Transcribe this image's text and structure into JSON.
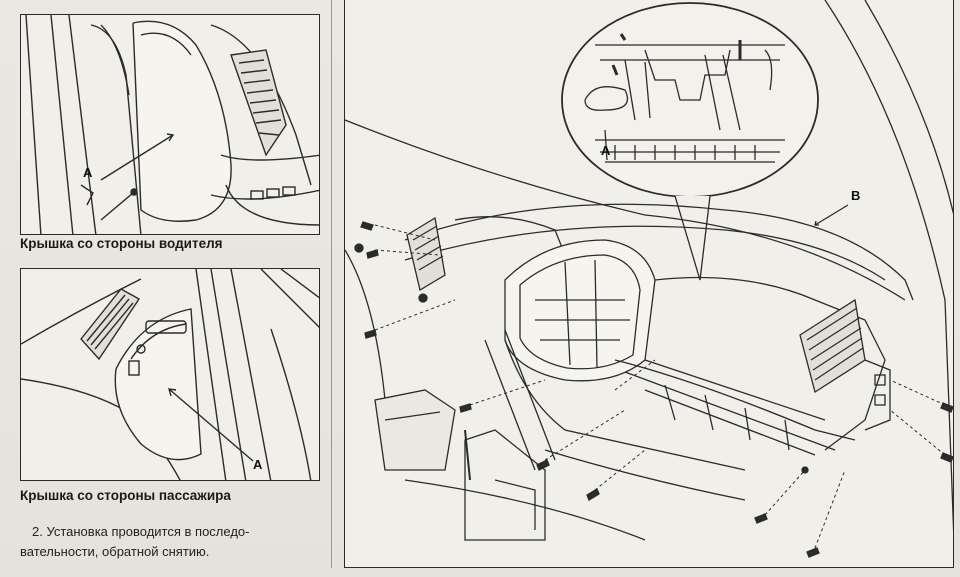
{
  "figures": {
    "driver": {
      "caption": "Крышка со стороны водителя",
      "callout": "A"
    },
    "passenger": {
      "caption": "Крышка со стороны пассажира",
      "callout": "A"
    },
    "main": {
      "callout_a": "A",
      "callout_b": "B"
    }
  },
  "paragraph": {
    "line1": "2. Установка проводится в последо-",
    "line2": "вательности, обратной снятию."
  }
}
